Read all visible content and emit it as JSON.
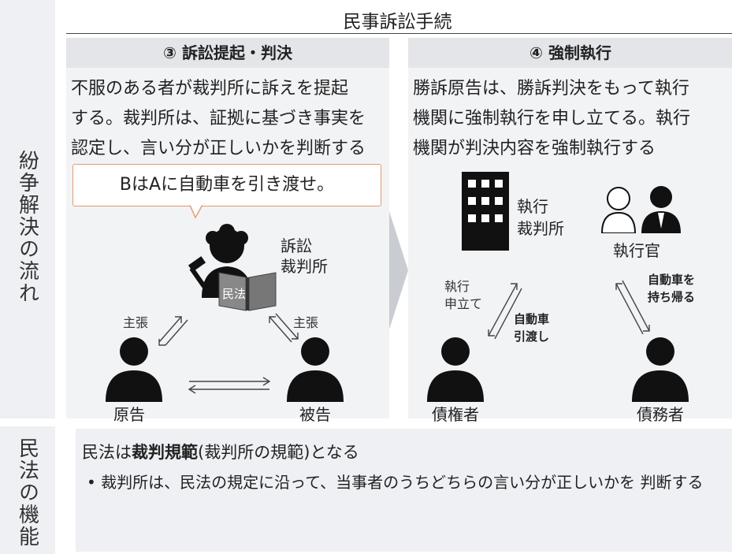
{
  "header": {
    "title": "民事訴訟手続"
  },
  "sidebar": {
    "top_label": "紛争解決の流れ",
    "bottom_label": "民法の機能"
  },
  "panel_left": {
    "heading": "③ 訴訟提起・判決",
    "desc_lines": [
      "不服のある者が裁判所に訴えを提起",
      "する。裁判所は、証拠に基づき事実を",
      "認定し、言い分が正しいかを判断する"
    ],
    "speech": "BはAに自動車を引き渡せ。",
    "court_label_1": "訴訟",
    "court_label_2": "裁判所",
    "book_label": "民法",
    "claim_left": "主張",
    "claim_right": "主張",
    "plaintiff": "原告",
    "defendant": "被告"
  },
  "panel_right": {
    "heading": "④ 強制執行",
    "desc_lines": [
      "勝訴原告は、勝訴判決をもって執行",
      "機関に強制執行を申し立てる。執行",
      "機関が判決内容を強制執行する"
    ],
    "exec_court_1": "執行",
    "exec_court_2": "裁判所",
    "officer": "執行官",
    "petition_1": "執行",
    "petition_2": "申立て",
    "handover_1": "自動車",
    "handover_2": "引渡し",
    "takeback_1": "自動車を",
    "takeback_2": "持ち帰る",
    "creditor": "債権者",
    "debtor": "債務者"
  },
  "bottom": {
    "lead_pre": "民法は",
    "lead_bold": "裁判規範",
    "lead_post": "(裁判所の規範)となる",
    "bullet": "• 裁判所は、民法の規定に沿って、当事者のうちどちらの言い分が正しいかを 判断する"
  },
  "colors": {
    "speech_border": "#e89a6b",
    "panel_bg": "#f2f3f5",
    "head_bg": "#e3e5e8",
    "icon": "#111111"
  }
}
